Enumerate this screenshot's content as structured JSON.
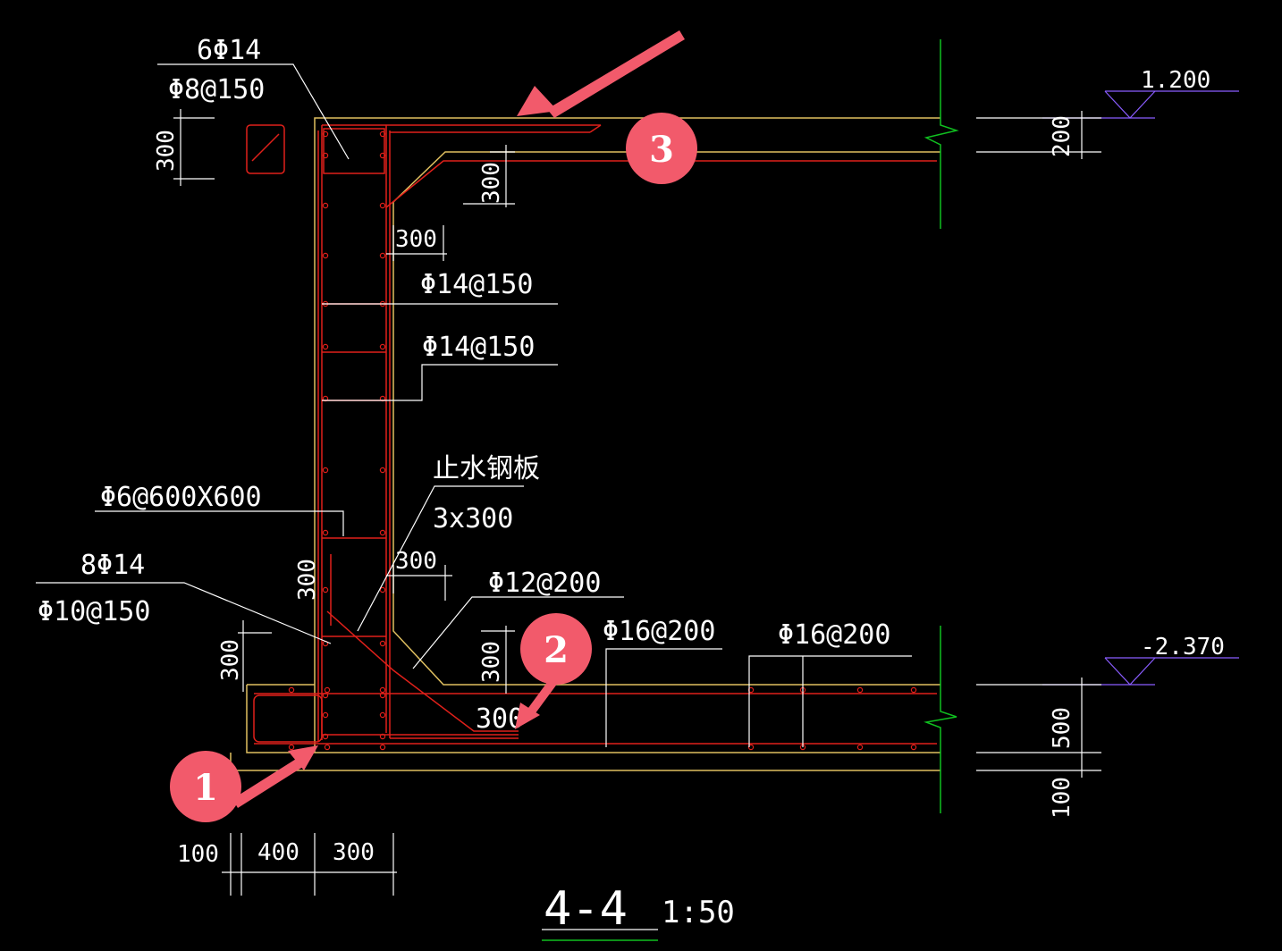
{
  "labels": {
    "top_bars": "6Φ14",
    "top_stirrup": "Φ8@150",
    "dim_300_left": "300",
    "dim_300_haunch_top": "300",
    "dim_300_haunch_horiz": "300",
    "wall_bar_1": "Φ14@150",
    "wall_bar_2": "Φ14@150",
    "waterstop_name": "止水钢板",
    "waterstop_size": "3x300",
    "tie_bar": "Φ6@600X600",
    "dim_300_lower_horiz": "300",
    "dim_300_wall_vert": "300",
    "bottom_bars": "8Φ14",
    "bottom_stirrup": "Φ10@150",
    "haunch_bar": "Φ12@200",
    "dim_300_footing_left": "300",
    "dim_300_haunch_bottom": "300",
    "dim_300_bottom_horiz": "300",
    "slab_bar_1": "Φ16@200",
    "slab_bar_2": "Φ16@200",
    "elev_top": "1.200",
    "elev_bottom": "-2.370",
    "dim_200": "200",
    "dim_500": "500",
    "dim_100_right": "100",
    "dim_100_bottom": "100",
    "dim_400": "400",
    "dim_300_bottom": "300",
    "section_title": "4-4",
    "section_scale": "1:50"
  },
  "badges": [
    "1",
    "2",
    "3"
  ],
  "colors": {
    "background": "#000000",
    "concrete_outline": "#e0c060",
    "rebar": "#e0201a",
    "annotation": "#ffffff",
    "break_line": "#10c020",
    "elevation_marker": "#8a5cff",
    "badge": "#f25a6b"
  }
}
